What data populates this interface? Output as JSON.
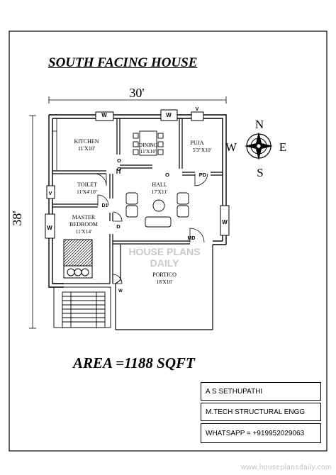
{
  "title": "SOUTH FACING HOUSE",
  "dimensions": {
    "width": "30'",
    "depth": "38'"
  },
  "compass": {
    "north": "N",
    "south": "S",
    "east": "E",
    "west": "W"
  },
  "rooms": {
    "kitchen": {
      "name": "KITCHEN",
      "size": "11'X10'"
    },
    "dining": {
      "name": "DINING",
      "size": "11'X10'"
    },
    "puja": {
      "name": "PUJA",
      "size": "5'3\"X10'"
    },
    "toilet": {
      "name": "TOILET",
      "size": "11'X4'10\""
    },
    "hall": {
      "name": "HALL",
      "size": "17'X11'"
    },
    "master": {
      "name": "MASTER",
      "name2": "BEDROOM",
      "size": "11'X14'"
    },
    "portico": {
      "name": "PORTICO",
      "size": "18'X16'"
    }
  },
  "openings": {
    "window": "W",
    "ventilator": "V",
    "opening": "O",
    "door": "D",
    "door1": "D1",
    "puja_door": "PD",
    "main_door": "MD"
  },
  "watermark": {
    "line1": "HOUSE PLANS",
    "line2": "DAILY"
  },
  "area": "AREA =1188 SQFT",
  "designer": {
    "name": "A S SETHUPATHI",
    "qualification": "M.TECH STRUCTURAL ENGG",
    "whatsapp": "WHATSAPP = +919952029063"
  },
  "website": "www.houseplansdaily.com"
}
